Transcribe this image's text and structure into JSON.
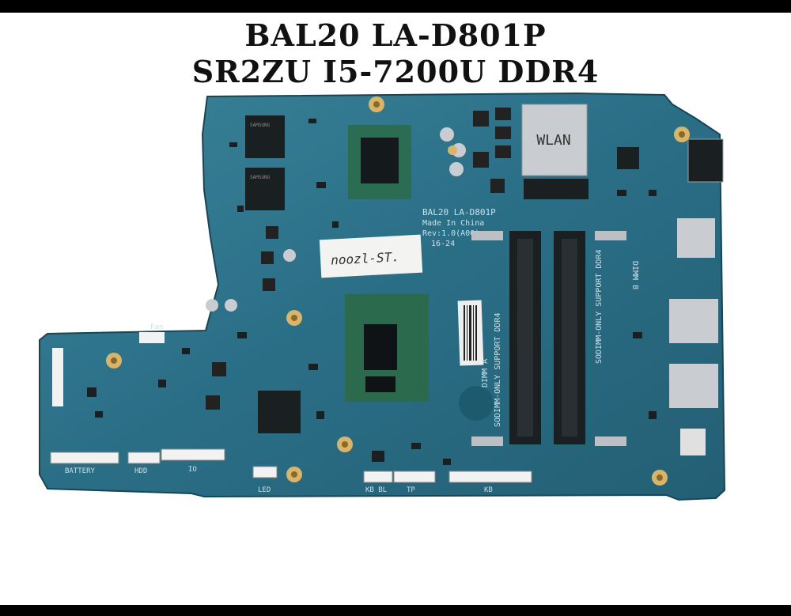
{
  "header": {
    "line1": "BAL20 LA-D801P",
    "line2": "SR2ZU I5-7200U DDR4"
  },
  "board": {
    "silkscreen_model": "BAL20 LA-D801P",
    "made_in": "Made In China",
    "rev": "Rev:1.0(A00)",
    "date": "16-24",
    "wlan_label": "WLAN",
    "handwritten_sticker": "noozl-ST.",
    "sodimm_a_label": "SODIMM-ONLY SUPPORT DDR4",
    "sodimm_b_label": "SODIMM-ONLY SUPPORT DDR4",
    "dimm_a": "DIMM A",
    "dimm_b": "DIMM B",
    "fan": "Fan",
    "connectors": {
      "battery": "BATTERY",
      "hdd": "HDD",
      "io": "IO",
      "led": "LED",
      "kb_bl": "KB BL",
      "tp": "TP",
      "kb": "KB"
    }
  },
  "colors": {
    "pcb": "#2a6e86",
    "pcb_dark": "#1f5568",
    "chip": "#1a1f22",
    "cpu_die": "#0f1316",
    "metal": "#c9ccd0",
    "gold": "#d8b56a"
  }
}
